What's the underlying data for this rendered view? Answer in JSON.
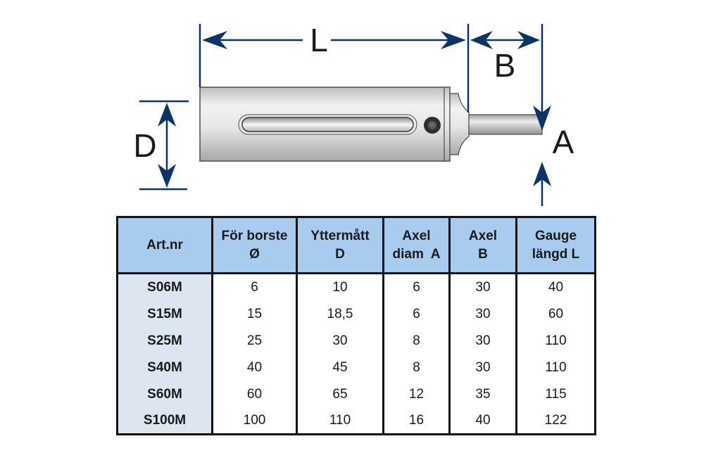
{
  "diagram": {
    "title": "Brush holder dimension drawing",
    "dimension_labels": {
      "L": "L",
      "B": "B",
      "D": "D",
      "A": "A"
    },
    "colors": {
      "dimension_lines": "#0b3467",
      "body_fill": "#d9d9d9",
      "outline": "#4a4a4a",
      "table_header": "#a9cbef",
      "artnr_column": "#dce6f1"
    }
  },
  "table": {
    "headers": [
      {
        "line1": "Art.nr",
        "line2": ""
      },
      {
        "line1": "För borste",
        "line2": "Ø"
      },
      {
        "line1": "Yttermått",
        "line2": "D"
      },
      {
        "line1": "Axel",
        "line2": "diam  A"
      },
      {
        "line1": "Axel",
        "line2": "B"
      },
      {
        "line1": "Gauge",
        "line2": "längd L"
      }
    ],
    "rows": [
      [
        "S06M",
        "6",
        "10",
        "6",
        "30",
        "40"
      ],
      [
        "S15M",
        "15",
        "18,5",
        "6",
        "30",
        "60"
      ],
      [
        "S25M",
        "25",
        "30",
        "8",
        "30",
        "110"
      ],
      [
        "S40M",
        "40",
        "45",
        "8",
        "30",
        "110"
      ],
      [
        "S60M",
        "60",
        "65",
        "12",
        "35",
        "115"
      ],
      [
        "S100M",
        "100",
        "110",
        "16",
        "40",
        "122"
      ]
    ]
  }
}
